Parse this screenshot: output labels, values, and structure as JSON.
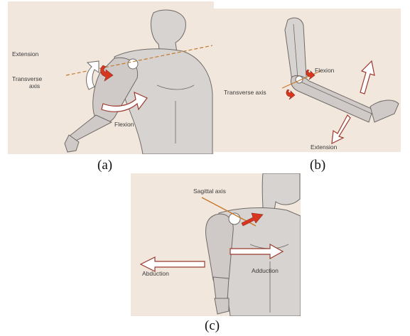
{
  "panels": {
    "a": {
      "caption": "(a)",
      "labels": {
        "extension": "Extension",
        "transverse_axis_line1": "Transverse",
        "transverse_axis_line2": "axis",
        "flexion": "Flexion"
      }
    },
    "b": {
      "caption": "(b)",
      "labels": {
        "flexion": "Flexion",
        "transverse_axis": "Transverse axis",
        "extension": "Extension"
      }
    },
    "c": {
      "caption": "(c)",
      "labels": {
        "sagittal_axis": "Sagittal axis",
        "abduction": "Abduction",
        "adduction": "Adduction"
      }
    }
  },
  "colors": {
    "panel_background": "#f1e7dd",
    "red_arrow": "#d9361f",
    "axis_line": "#c8782c",
    "skin": "#d7d3d0"
  }
}
